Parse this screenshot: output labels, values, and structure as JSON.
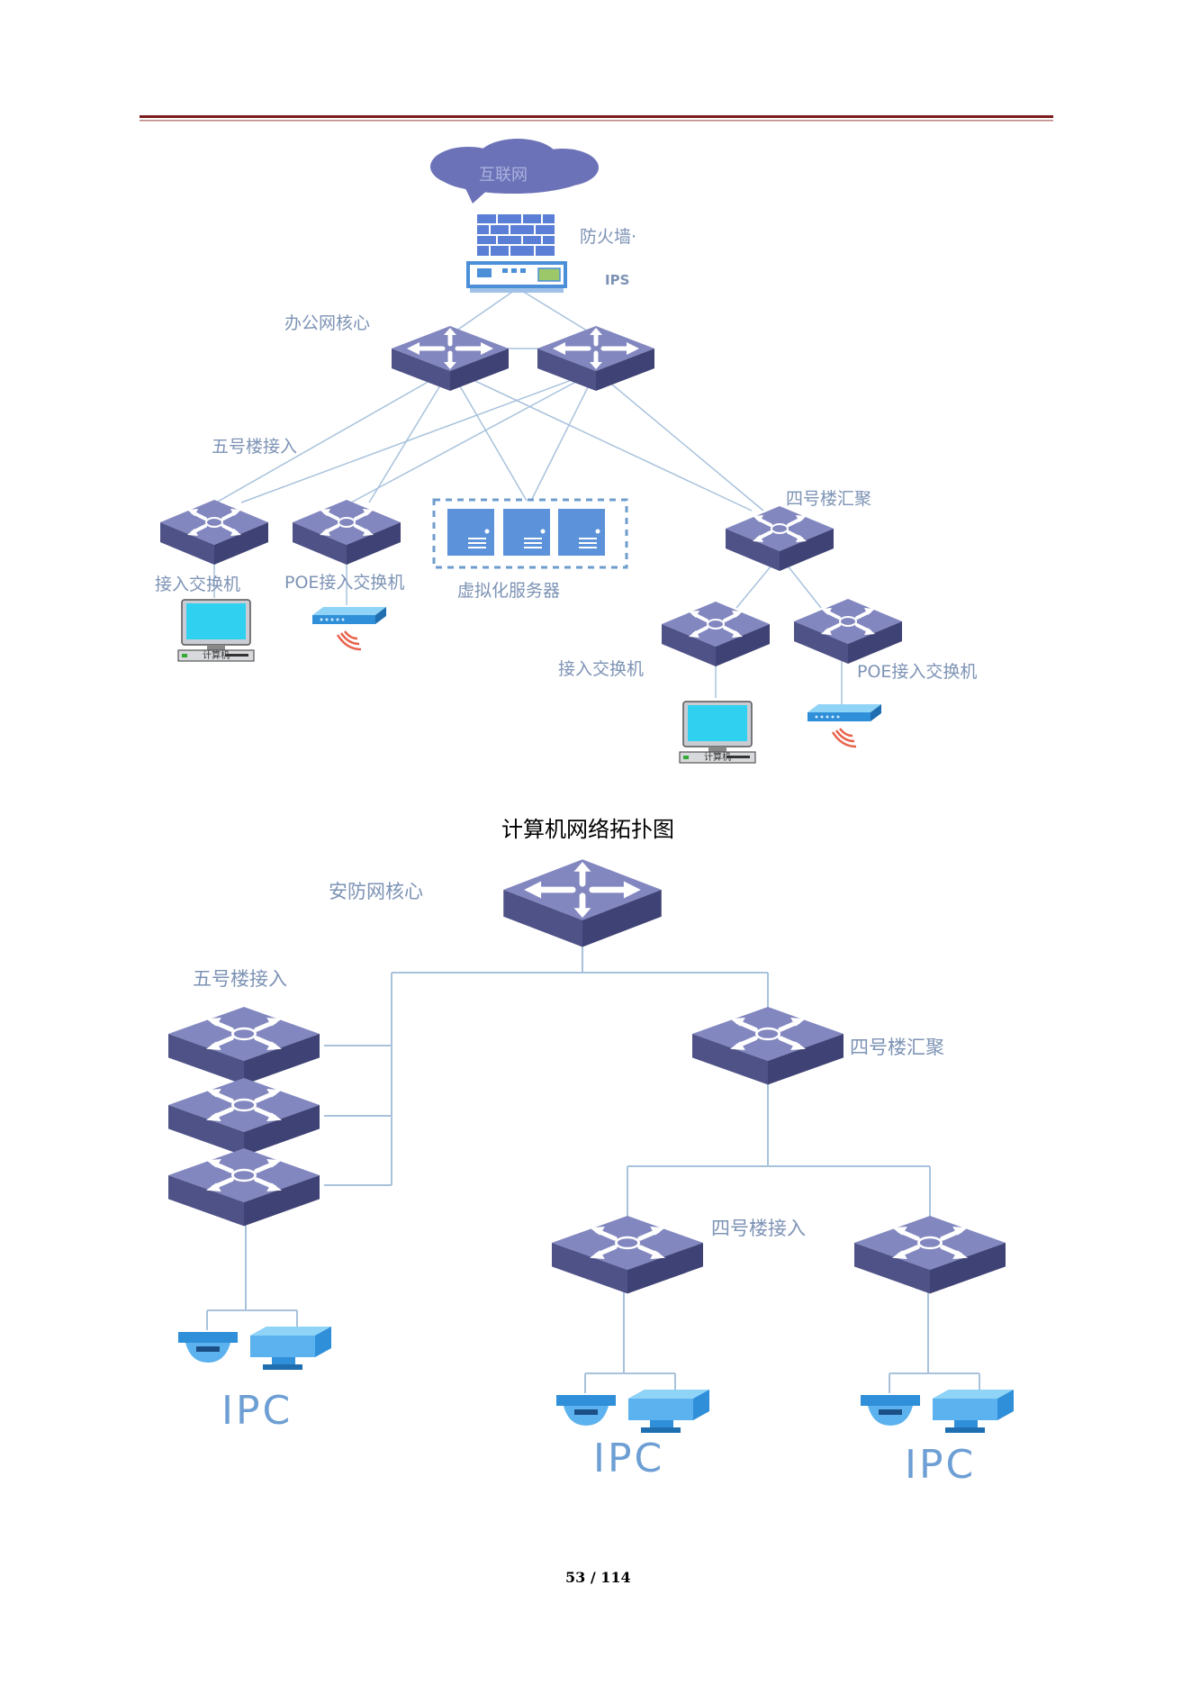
{
  "diagram1": {
    "internet": "互联网",
    "firewall": "防火墙·",
    "ips": "IPS",
    "office_core": "办公网核心",
    "bldg5_access": "五号楼接入",
    "bldg4_agg": "四号楼汇聚",
    "access_switch_left": "接入交换机",
    "poe_switch_left": "POE接入交换机",
    "virtual_servers": "虚拟化服务器",
    "access_switch_right": "接入交换机",
    "poe_switch_right": "POE接入交换机",
    "computer_left": "计算机",
    "computer_right": "计算机",
    "caption": "计算机网络拓扑图"
  },
  "diagram2": {
    "security_core": "安防网核心",
    "bldg5_access": "五号楼接入",
    "bldg4_agg": "四号楼汇聚",
    "bldg4_access": "四号楼接入",
    "ipc_left": "IPC",
    "ipc_mid": "IPC",
    "ipc_right": "IPC"
  },
  "page_number": "53 / 114",
  "colors": {
    "rule": "#7a1c1c",
    "switch": "#5c5f9a",
    "link": "#a8c2dc",
    "device_blue": "#2f8fd8",
    "label": "#7d93b5"
  }
}
